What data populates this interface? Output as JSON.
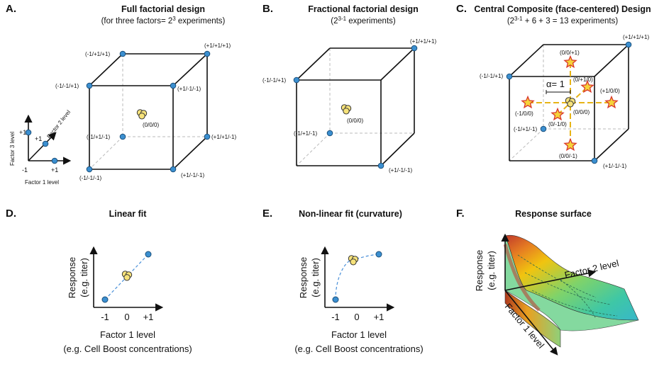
{
  "panels": {
    "A": {
      "letter": "A.",
      "title": "Full factorial design",
      "subtitle_pre": "(for three factors= 2",
      "subtitle_sup": "3",
      "subtitle_post": " experiments)",
      "vertices": [
        "(-1/+1/+1)",
        "(+1/+1/+1)",
        "(-1/-1/+1)",
        "(+1/-1/-1)",
        "(-1/+1/-1)",
        "(+1/+1/-1)",
        "(-1/-1/-1)",
        "(+1/-1/-1)"
      ],
      "center": "(0/0/0)",
      "axes": {
        "factor3": "Factor 3 level",
        "factor2": "Factor 2 level",
        "factor1": "Factor 1 level",
        "minus1": "-1",
        "plus1_x": "+1",
        "plus1_y": "+1",
        "plus1_z": "+1"
      }
    },
    "B": {
      "letter": "B.",
      "title": "Fractional factorial design",
      "subtitle_pre": "(2",
      "subtitle_sup": "3-1",
      "subtitle_post": " experiments)",
      "vertices": [
        "(+1/+1/+1)",
        "(-1/-1/+1)",
        "(-1/+1/-1)",
        "(+1/-1/-1)"
      ],
      "center": "(0/0/0)"
    },
    "C": {
      "letter": "C.",
      "title": "Central Composite (face-centered) Design",
      "subtitle_pre": "(2",
      "subtitle_sup": "3-1",
      "subtitle_post": " + 6 + 3 = 13 experiments)",
      "vertices": [
        "(+1/+1/+1)",
        "(-1/-1/+1)",
        "(-1/+1/-1)",
        "(+1/-1/-1)"
      ],
      "stars": [
        "(0/0/+1)",
        "(0/+1/0)",
        "(+1/0/0)",
        "(-1/0/0)",
        "(0/-1/0)",
        "(0/0/-1)"
      ],
      "center": "(0/0/0)",
      "alpha": "α= 1"
    },
    "D": {
      "letter": "D.",
      "title": "Linear fit",
      "ylabel1": "Response",
      "ylabel2": "(e.g. titer)",
      "ticks": [
        "-1",
        "0",
        "+1"
      ],
      "xlabel1": "Factor 1 level",
      "xlabel2": "(e.g. Cell Boost concentrations)"
    },
    "E": {
      "letter": "E.",
      "title": "Non-linear fit (curvature)",
      "ylabel1": "Response",
      "ylabel2": "(e.g. titer)",
      "ticks": [
        "-1",
        "0",
        "+1"
      ],
      "xlabel1": "Factor 1 level",
      "xlabel2": "(e.g. Cell Boost concentrations)"
    },
    "F": {
      "letter": "F.",
      "title": "Response surface",
      "ylabel1": "Response",
      "ylabel2": "(e.g. titer)",
      "factor2": "Factor 2 level",
      "factor1": "Factor 1 level"
    }
  },
  "colors": {
    "design_point": "#3b8fd0",
    "center_point": "#f6e27a",
    "star_fill": "#f5d33a",
    "star_stroke": "#d9352b",
    "alpha_lines": "#e7b416",
    "fit_line": "#4a90d9"
  }
}
